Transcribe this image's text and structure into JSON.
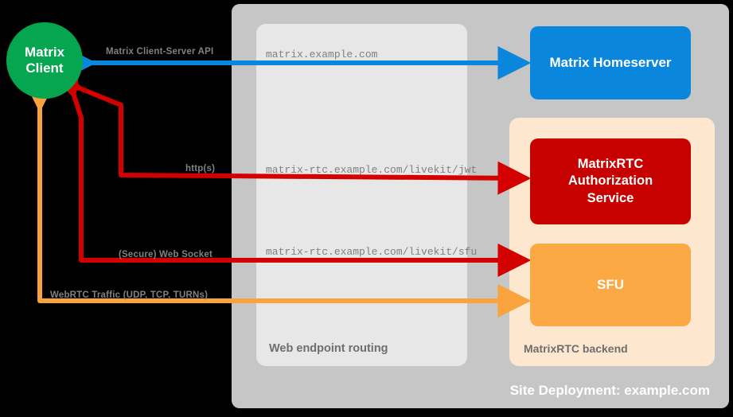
{
  "site": {
    "deployment_label": "Site Deployment: example.com",
    "panel_color": "#c6c6c6"
  },
  "routing": {
    "title": "Web endpoint routing",
    "panel_color": "#e7e7e7",
    "endpoints": [
      "matrix.example.com",
      "matrix-rtc.example.com/livekit/jwt",
      "matrix-rtc.example.com/livekit/sfu"
    ]
  },
  "backend": {
    "title": "MatrixRTC backend",
    "panel_color": "#fde7cf"
  },
  "nodes": {
    "client": {
      "line1": "Matrix",
      "line2": "Client",
      "color": "#05a64f"
    },
    "homeserver": {
      "label": "Matrix Homeserver",
      "color": "#0a87dc"
    },
    "auth_service": {
      "label": "MatrixRTC\nAuthorization\nService",
      "line1": "MatrixRTC",
      "line2": "Authorization",
      "line3": "Service",
      "color": "#c70000"
    },
    "sfu": {
      "label": "SFU",
      "color": "#faa945"
    }
  },
  "connections": [
    {
      "label": "Matrix Client-Server API",
      "color": "#0a87dc",
      "endpoint": "matrix.example.com",
      "target": "Matrix Homeserver",
      "direction": "bidirectional"
    },
    {
      "label": "http(s)",
      "color": "#d40000",
      "endpoint": "matrix-rtc.example.com/livekit/jwt",
      "target": "MatrixRTC Authorization Service",
      "direction": "bidirectional"
    },
    {
      "label": "(Secure) Web Socket",
      "color": "#d40000",
      "endpoint": "matrix-rtc.example.com/livekit/sfu",
      "target": "SFU",
      "direction": "bidirectional"
    },
    {
      "label": "WebRTC Traffic (UDP, TCP, TURNs)",
      "color": "#f9a33c",
      "endpoint": "",
      "target": "SFU",
      "direction": "bidirectional"
    }
  ]
}
